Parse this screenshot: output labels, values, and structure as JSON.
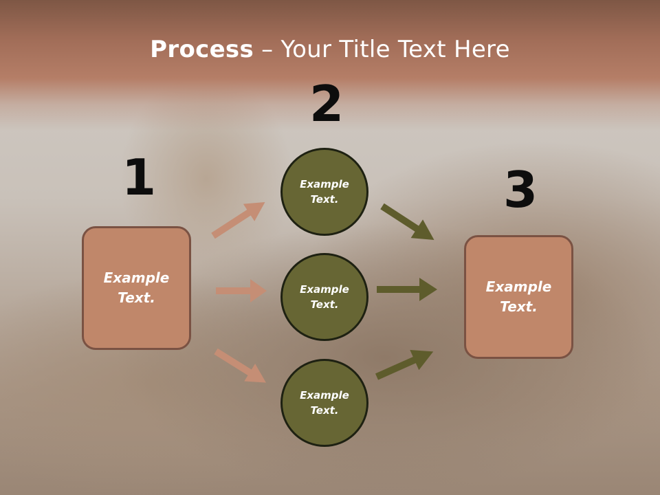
{
  "title": {
    "bold": "Process",
    "rest": " – Your Title Text Here"
  },
  "steps": [
    "1",
    "2",
    "3"
  ],
  "left_box": {
    "label": "Example Text."
  },
  "circles": [
    {
      "label": "Example Text."
    },
    {
      "label": "Example Text."
    },
    {
      "label": "Example Text."
    }
  ],
  "right_box": {
    "label": "Example Text."
  },
  "colors": {
    "header": "#a86f58",
    "box_fill": "#c0876a",
    "box_border": "#7a5243",
    "circle_fill": "#676634",
    "circle_border": "#1e2112",
    "arrow_left": "#c58e75",
    "arrow_right": "#5e5c2c"
  }
}
